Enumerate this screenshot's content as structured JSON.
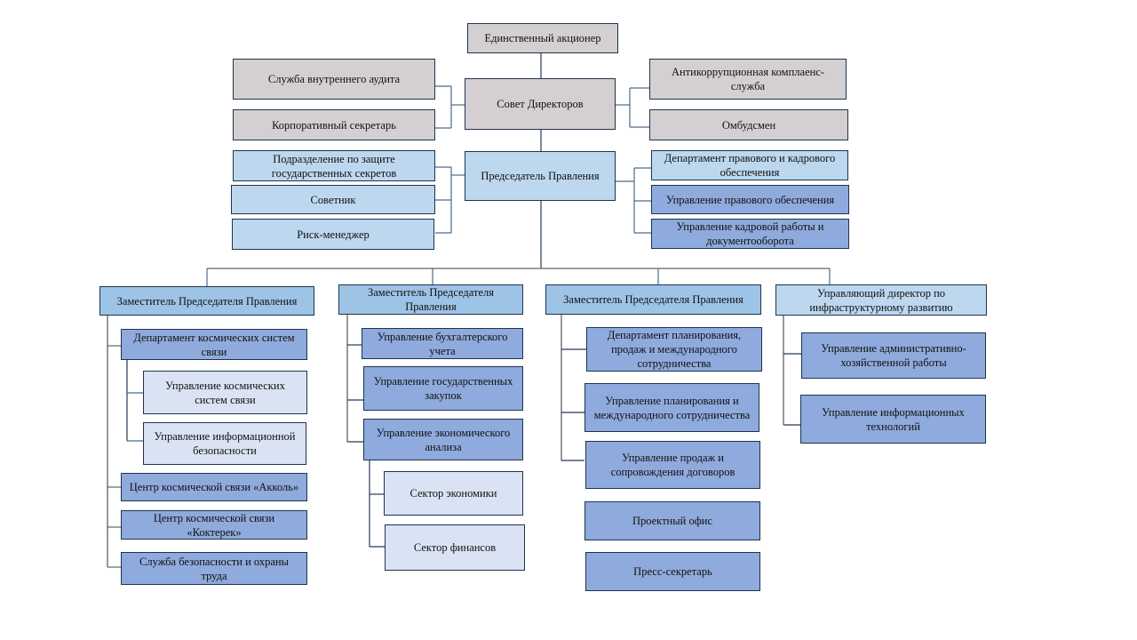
{
  "title": "Организационная структура",
  "colors": {
    "governance": "#d4d0d1",
    "management_light": "#bdd7ee",
    "deputy": "#9dc3e6",
    "department": "#8faadc",
    "sub_unit": "#dae3f3",
    "border": "#1f3350"
  },
  "top": {
    "shareholder": "Единственный акционер",
    "board": "Совет Директоров",
    "chairman": "Председатель Правления"
  },
  "board_left": [
    "Служба внутреннего аудита",
    "Корпоративный секретарь"
  ],
  "board_right": [
    "Антикоррупционная комплаенс-служба",
    "Омбудсмен"
  ],
  "chair_left": [
    "Подразделение по защите государственных секретов",
    "Советник",
    "Риск-менеджер"
  ],
  "chair_right": [
    "Департамент правового и кадрового обеспечения",
    "Управление правового обеспечения",
    "Управление кадровой работы и документооборота"
  ],
  "branches": [
    {
      "head": "Заместитель Председателя Правления",
      "units": [
        "Департамент космических систем связи",
        "Управление космических систем связи",
        "Управление информационной безопасности",
        "Центр космической связи «Акколь»",
        "Центр космической связи «Коктерек»",
        "Служба безопасности и охраны труда"
      ]
    },
    {
      "head": "Заместитель Председателя Правления",
      "units": [
        "Управление бухгалтерского учета",
        "Управление государственных закупок",
        "Управление экономического анализа",
        "Сектор экономики",
        "Сектор финансов"
      ]
    },
    {
      "head": "Заместитель Председателя Правления",
      "units": [
        "Департамент планирования, продаж и международного сотрудничества",
        "Управление планирования и международного сотрудничества",
        "Управление продаж и сопровождения договоров",
        "Проектный офис",
        "Пресс-секретарь"
      ]
    },
    {
      "head": "Управляющий директор по инфраструктурному развитию",
      "units": [
        "Управление административно-хозяйственной работы",
        "Управление информационных технологий"
      ]
    }
  ]
}
